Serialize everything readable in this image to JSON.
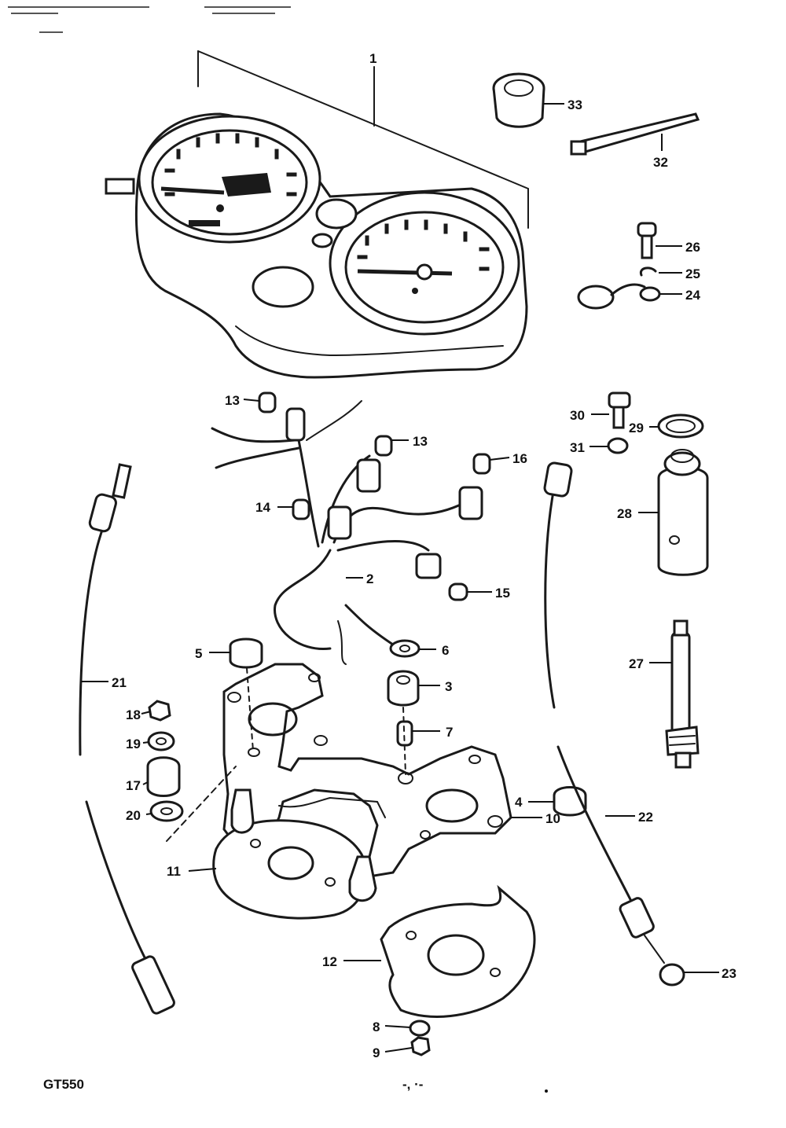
{
  "model_label": "GT550",
  "page_mark": "-, ·-",
  "callouts": [
    {
      "id": "1",
      "label": "1"
    },
    {
      "id": "2",
      "label": "2"
    },
    {
      "id": "3",
      "label": "3"
    },
    {
      "id": "4",
      "label": "4"
    },
    {
      "id": "5",
      "label": "5"
    },
    {
      "id": "6",
      "label": "6"
    },
    {
      "id": "7",
      "label": "7"
    },
    {
      "id": "8",
      "label": "8"
    },
    {
      "id": "9",
      "label": "9"
    },
    {
      "id": "10",
      "label": "10"
    },
    {
      "id": "11",
      "label": "11"
    },
    {
      "id": "12",
      "label": "12"
    },
    {
      "id": "13a",
      "label": "13"
    },
    {
      "id": "13b",
      "label": "13"
    },
    {
      "id": "14",
      "label": "14"
    },
    {
      "id": "15",
      "label": "15"
    },
    {
      "id": "16",
      "label": "16"
    },
    {
      "id": "17",
      "label": "17"
    },
    {
      "id": "18",
      "label": "18"
    },
    {
      "id": "19",
      "label": "19"
    },
    {
      "id": "20",
      "label": "20"
    },
    {
      "id": "21",
      "label": "21"
    },
    {
      "id": "22",
      "label": "22"
    },
    {
      "id": "23",
      "label": "23"
    },
    {
      "id": "24",
      "label": "24"
    },
    {
      "id": "25",
      "label": "25"
    },
    {
      "id": "26",
      "label": "26"
    },
    {
      "id": "27",
      "label": "27"
    },
    {
      "id": "28",
      "label": "28"
    },
    {
      "id": "29",
      "label": "29"
    },
    {
      "id": "30",
      "label": "30"
    },
    {
      "id": "31",
      "label": "31"
    },
    {
      "id": "32",
      "label": "32"
    },
    {
      "id": "33",
      "label": "33"
    }
  ]
}
